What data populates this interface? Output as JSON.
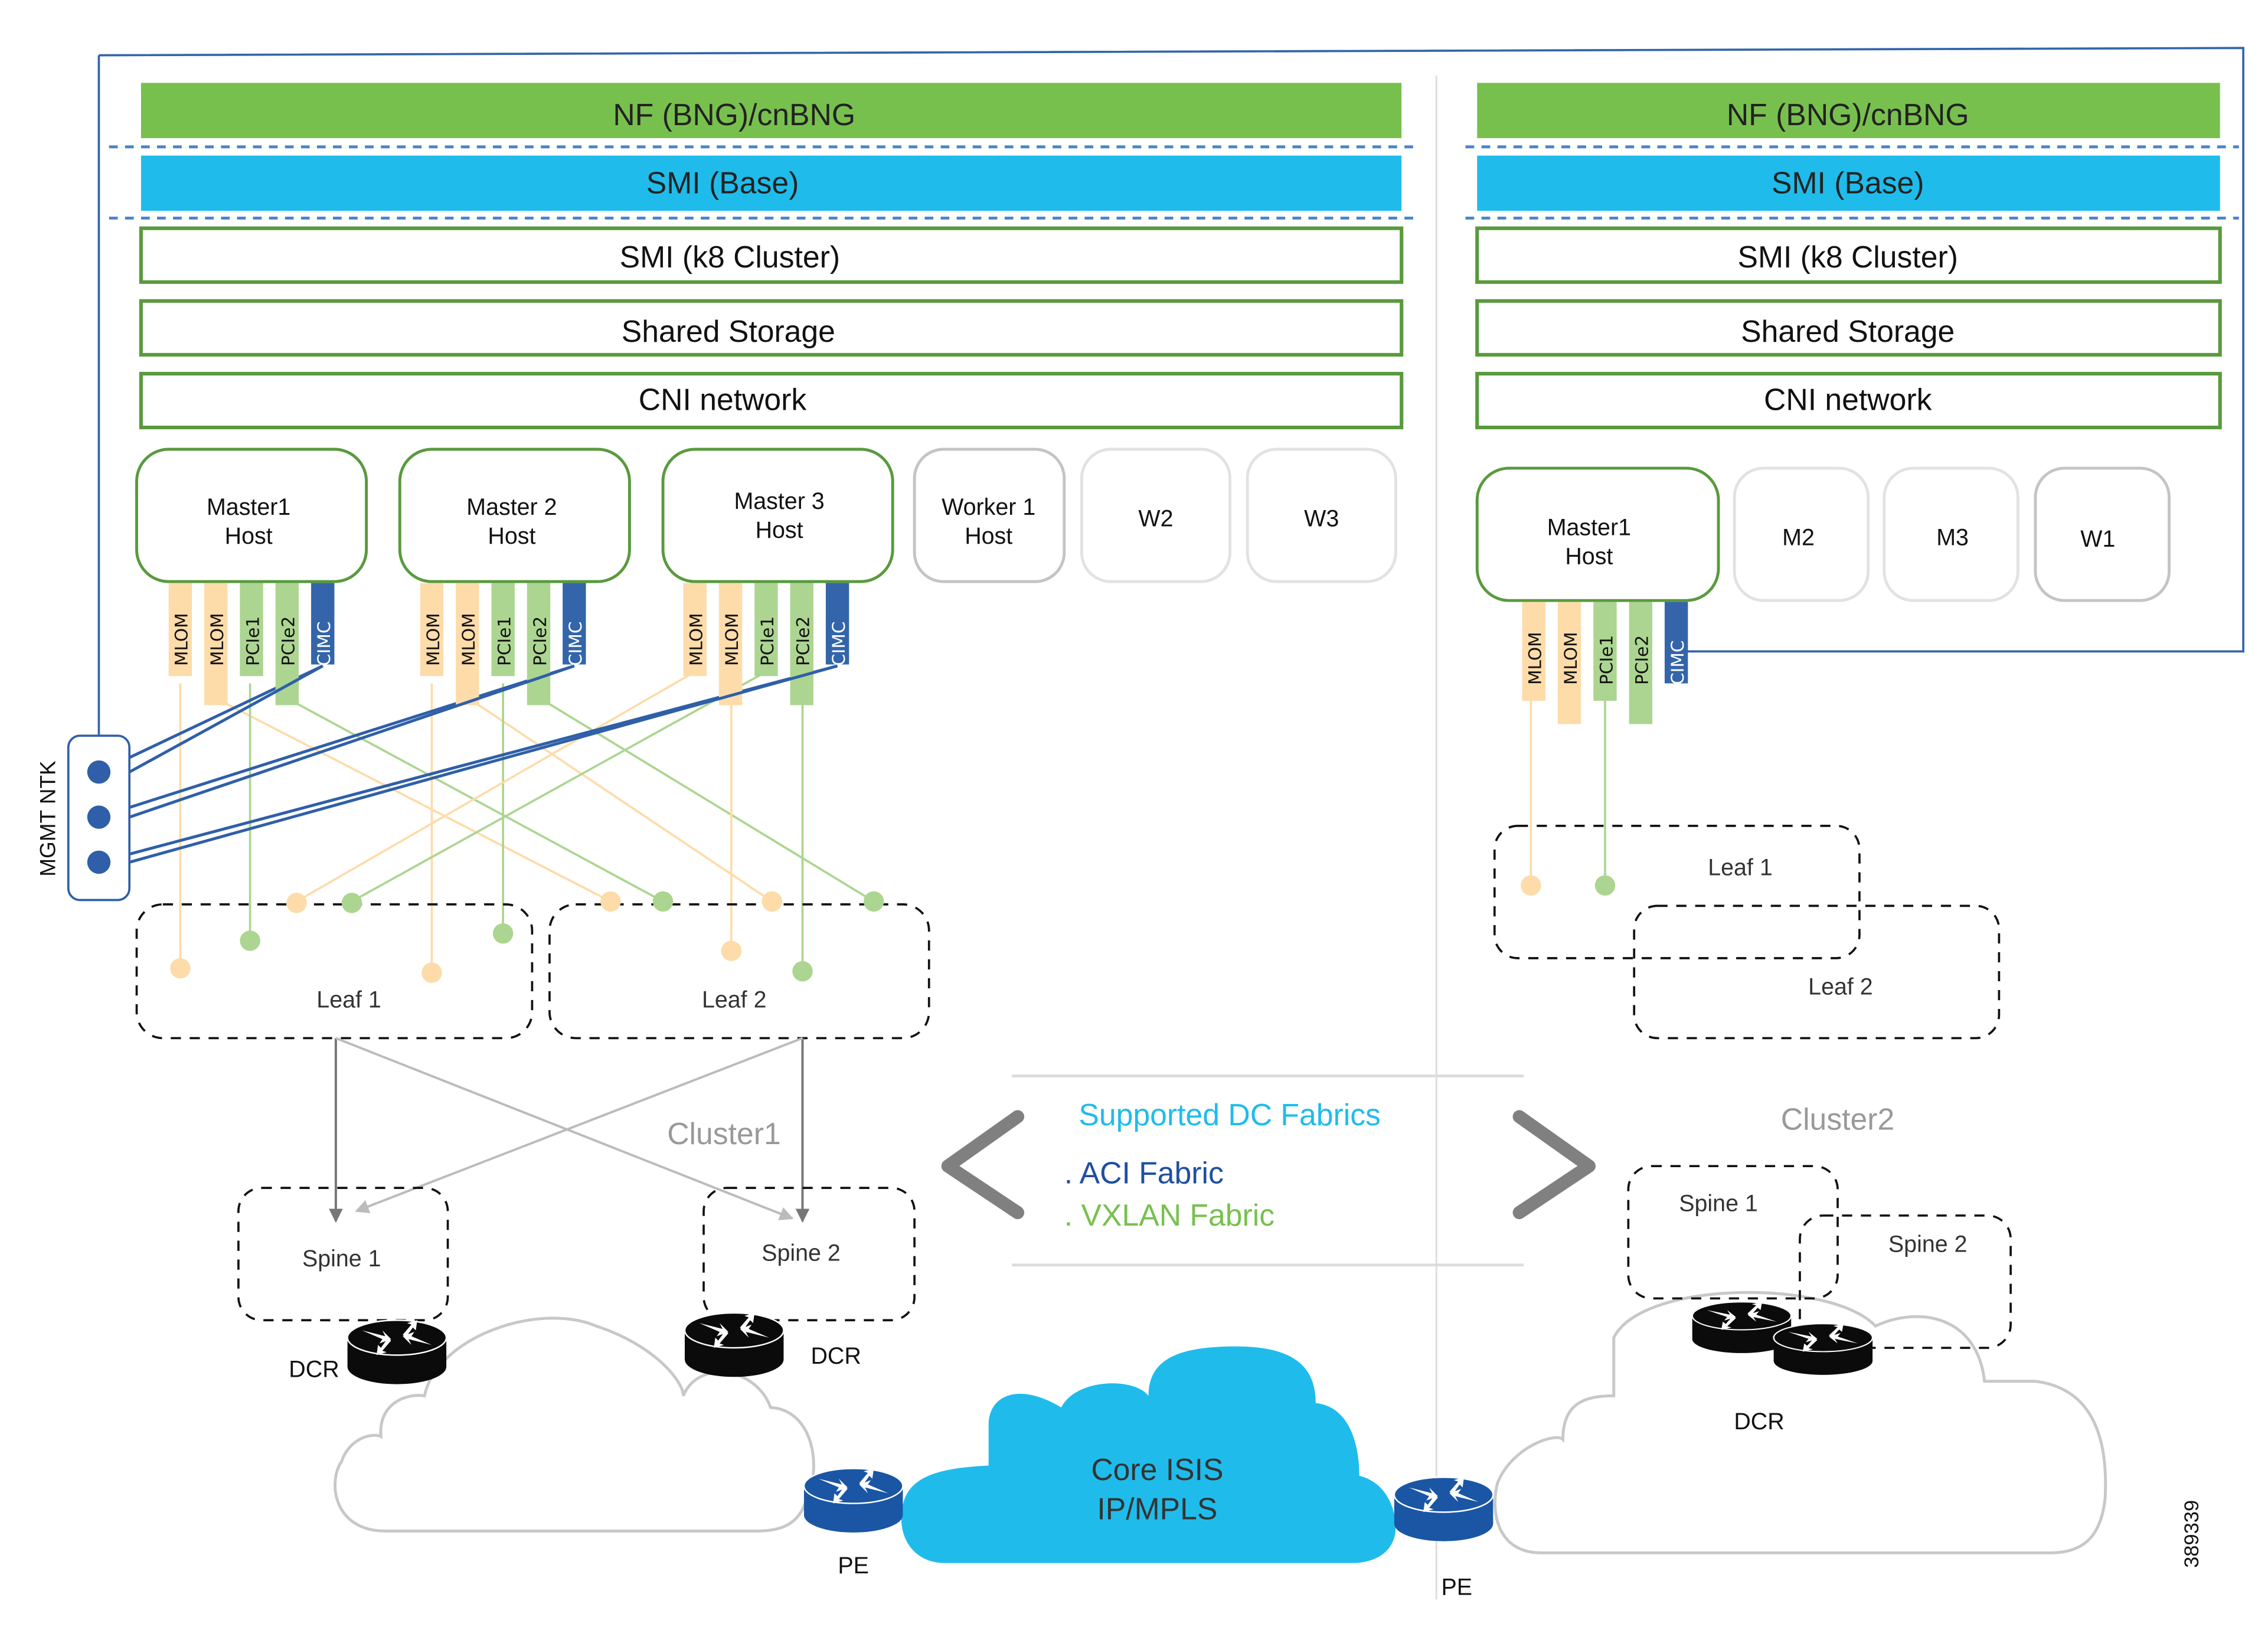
{
  "cluster1": {
    "stack": {
      "nf": "NF (BNG)/cnBNG",
      "smi_base": "SMI (Base)",
      "smi_k8": "SMI (k8 Cluster)",
      "storage": "Shared Storage",
      "cni": "CNI network"
    },
    "hosts": [
      {
        "line1": "Master1",
        "line2": "Host"
      },
      {
        "line1": "Master 2",
        "line2": "Host"
      },
      {
        "line1": "Master 3",
        "line2": "Host"
      },
      {
        "line1": "Worker 1",
        "line2": "Host"
      },
      {
        "line1": "W2",
        "line2": ""
      },
      {
        "line1": "W3",
        "line2": ""
      }
    ],
    "ports": [
      "MLOM",
      "MLOM",
      "PCIe1",
      "PCIe2",
      "CIMC"
    ],
    "mgmt_label": "MGMT NTK",
    "leaf1": "Leaf 1",
    "leaf2": "Leaf 2",
    "spine1": "Spine 1",
    "spine2": "Spine 2",
    "name": "Cluster1",
    "dcr1": "DCR",
    "dcr2": "DCR",
    "pe": "PE"
  },
  "cluster2": {
    "stack": {
      "nf": "NF (BNG)/cnBNG",
      "smi_base": "SMI (Base)",
      "smi_k8": "SMI (k8 Cluster)",
      "storage": "Shared Storage",
      "cni": "CNI network"
    },
    "hosts": [
      {
        "line1": "Master1",
        "line2": "Host"
      },
      {
        "line1": "M2",
        "line2": ""
      },
      {
        "line1": "M3",
        "line2": ""
      },
      {
        "line1": "W1",
        "line2": ""
      }
    ],
    "ports": [
      "MLOM",
      "MLOM",
      "PCIe1",
      "PCIe2",
      "CIMC"
    ],
    "leaf1": "Leaf 1",
    "leaf2": "Leaf 2",
    "spine1": "Spine 1",
    "spine2": "Spine 2",
    "name": "Cluster2",
    "dcr": "DCR",
    "pe": "PE"
  },
  "fabrics": {
    "title": "Supported DC Fabrics",
    "items": [
      ". ACI Fabric",
      ". VXLAN Fabric"
    ]
  },
  "core": {
    "line1": "Core ISIS",
    "line2": "IP/MPLS"
  },
  "figure_id": "389339",
  "colors": {
    "nf_green": "#78c04e",
    "smi_blue": "#1fbceb",
    "box_green": "#5a9a3e",
    "mlom": "#fddcaa",
    "pcie": "#acd591",
    "cimc": "#3465aa",
    "mgmt_blue": "#2f5fa8",
    "core_blue": "#1fbceb",
    "pe_blue": "#1a56a4",
    "aci_blue": "#1f4fa0",
    "vxlan_green": "#78c04e"
  }
}
